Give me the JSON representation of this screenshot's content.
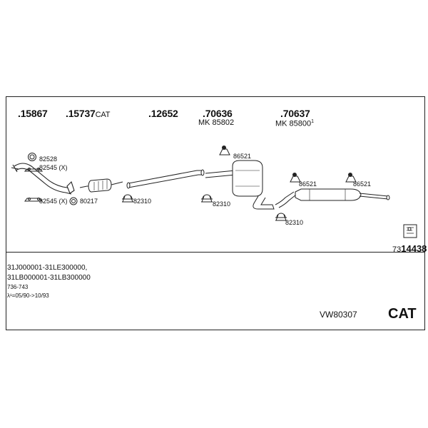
{
  "parts": {
    "p1": {
      "number": ".15867"
    },
    "p2": {
      "number": ".15737",
      "suffix": "CAT"
    },
    "p3": {
      "number": ".12652"
    },
    "p4": {
      "number": ".70636",
      "mk": "MK 85802"
    },
    "p5": {
      "number": ".70637",
      "mk": "MK 85800",
      "mk_sup": "1"
    }
  },
  "labels": {
    "l82528": "82528",
    "l82545a": "82545 (X)",
    "l82545b": "82545 (X)",
    "l80217": "80217",
    "l82310a": "82310",
    "l82310b": "82310",
    "l82310c": "82310",
    "l86521a": "86521",
    "l86521b": "86521",
    "l86521c": "86521"
  },
  "kit": {
    "prefix": "73",
    "number": "14438"
  },
  "vehicle": {
    "line1": "31J000001-31LE300000,",
    "line2": "31LB000001-31LB300000",
    "line3": "736-743",
    "line4": "λ¹=05/90->10/93"
  },
  "footer": {
    "code": "VW80307",
    "type": "CAT"
  }
}
